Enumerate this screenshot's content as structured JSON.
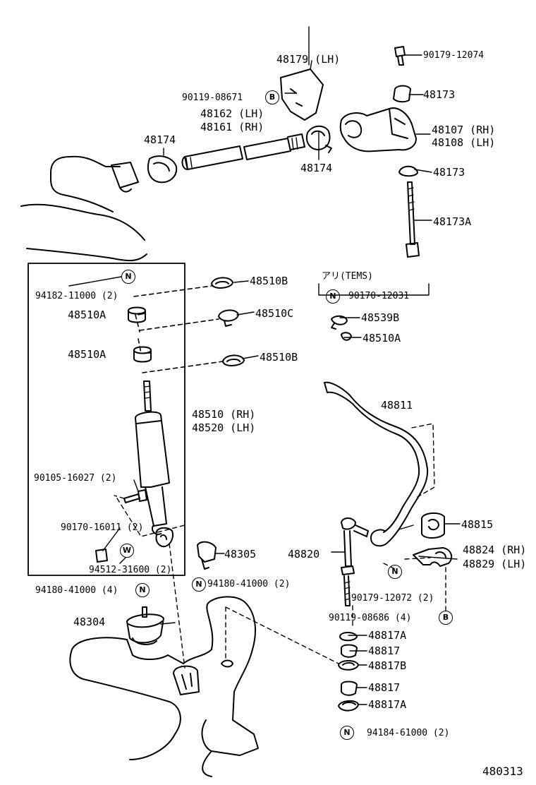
{
  "diagram": {
    "figure_number": "480313",
    "section_note": "アリ(TEMS)",
    "labels": {
      "p48179": "48179 (LH)",
      "p90179_12074": "90179-12074",
      "p90119_08671": "90119-08671",
      "p48173_top": "48173",
      "p48162": "48162 (LH)",
      "p48161": "48161 (RH)",
      "p48174_left": "48174",
      "p48174_mid": "48174",
      "p48107": "48107 (RH)",
      "p48108": "48108 (LH)",
      "p48173_mid": "48173",
      "p48173A": "48173A",
      "p94182": "94182-11000 (2)",
      "p48510A_1": "48510A",
      "p48510A_2": "48510A",
      "p48510B_1": "48510B",
      "p48510C": "48510C",
      "p48510B_2": "48510B",
      "p90170_12031": "90170-12031",
      "p48539B": "48539B",
      "p48510A_r": "48510A",
      "p48510": "48510 (RH)",
      "p48520": "48520 (LH)",
      "p48811": "48811",
      "p90105": "90105-16027 (2)",
      "p90170_16011": "90170-16011 (2)",
      "p94512": "94512-31600 (2)",
      "p48815": "48815",
      "p48305": "48305",
      "p48820": "48820",
      "p48824": "48824 (RH)",
      "p48829": "48829 (LH)",
      "p94180_l": "94180-41000 (4)",
      "p94180_r": "94180-41000 (2)",
      "p90179_12072": "90179-12072 (2)",
      "p48304": "48304",
      "p90119_08686": "90119-08686 (4)",
      "p48817A_1": "48817A",
      "p48817_1": "48817",
      "p48817B": "48817B",
      "p48817_2": "48817",
      "p48817A_2": "48817A",
      "p94184": "94184-61000 (2)"
    },
    "markers": {
      "B": "B",
      "N": "N",
      "W": "W"
    }
  }
}
